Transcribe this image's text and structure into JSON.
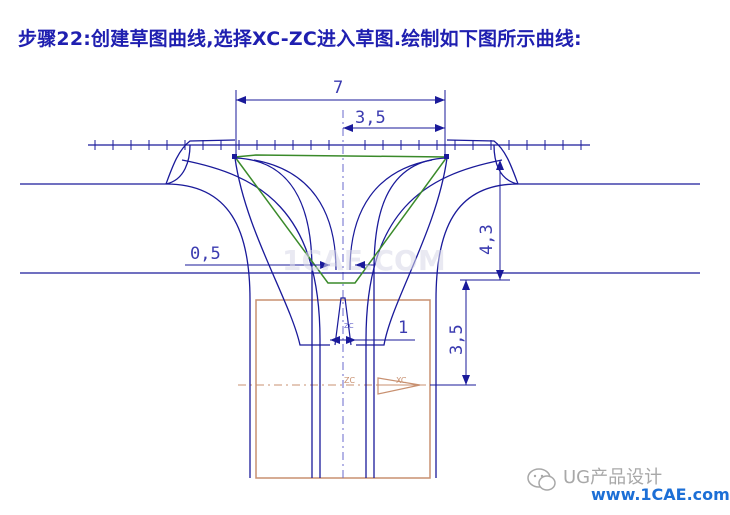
{
  "header": {
    "step_title": "步骤22:创建草图曲线,选择XC-ZC进入草图.绘制如下图所示曲线:"
  },
  "dimensions": {
    "overall_width": "7",
    "half_width": "3,5",
    "offset": "0,5",
    "height_upper": "4,3",
    "height_lower": "3,5",
    "small_label": "1"
  },
  "axis_labels": {
    "axis_zc": "ZC",
    "axis_xc": "XC"
  },
  "watermark": {
    "text": "1CAE.COM"
  },
  "branding": {
    "account": "UG产品设计",
    "site": "www.1CAE.com"
  },
  "colors": {
    "title": "#1f1fb0",
    "sketch_line": "#1a1a9a",
    "green_curve": "#3a8a2a",
    "frame_tan": "#c89070"
  }
}
